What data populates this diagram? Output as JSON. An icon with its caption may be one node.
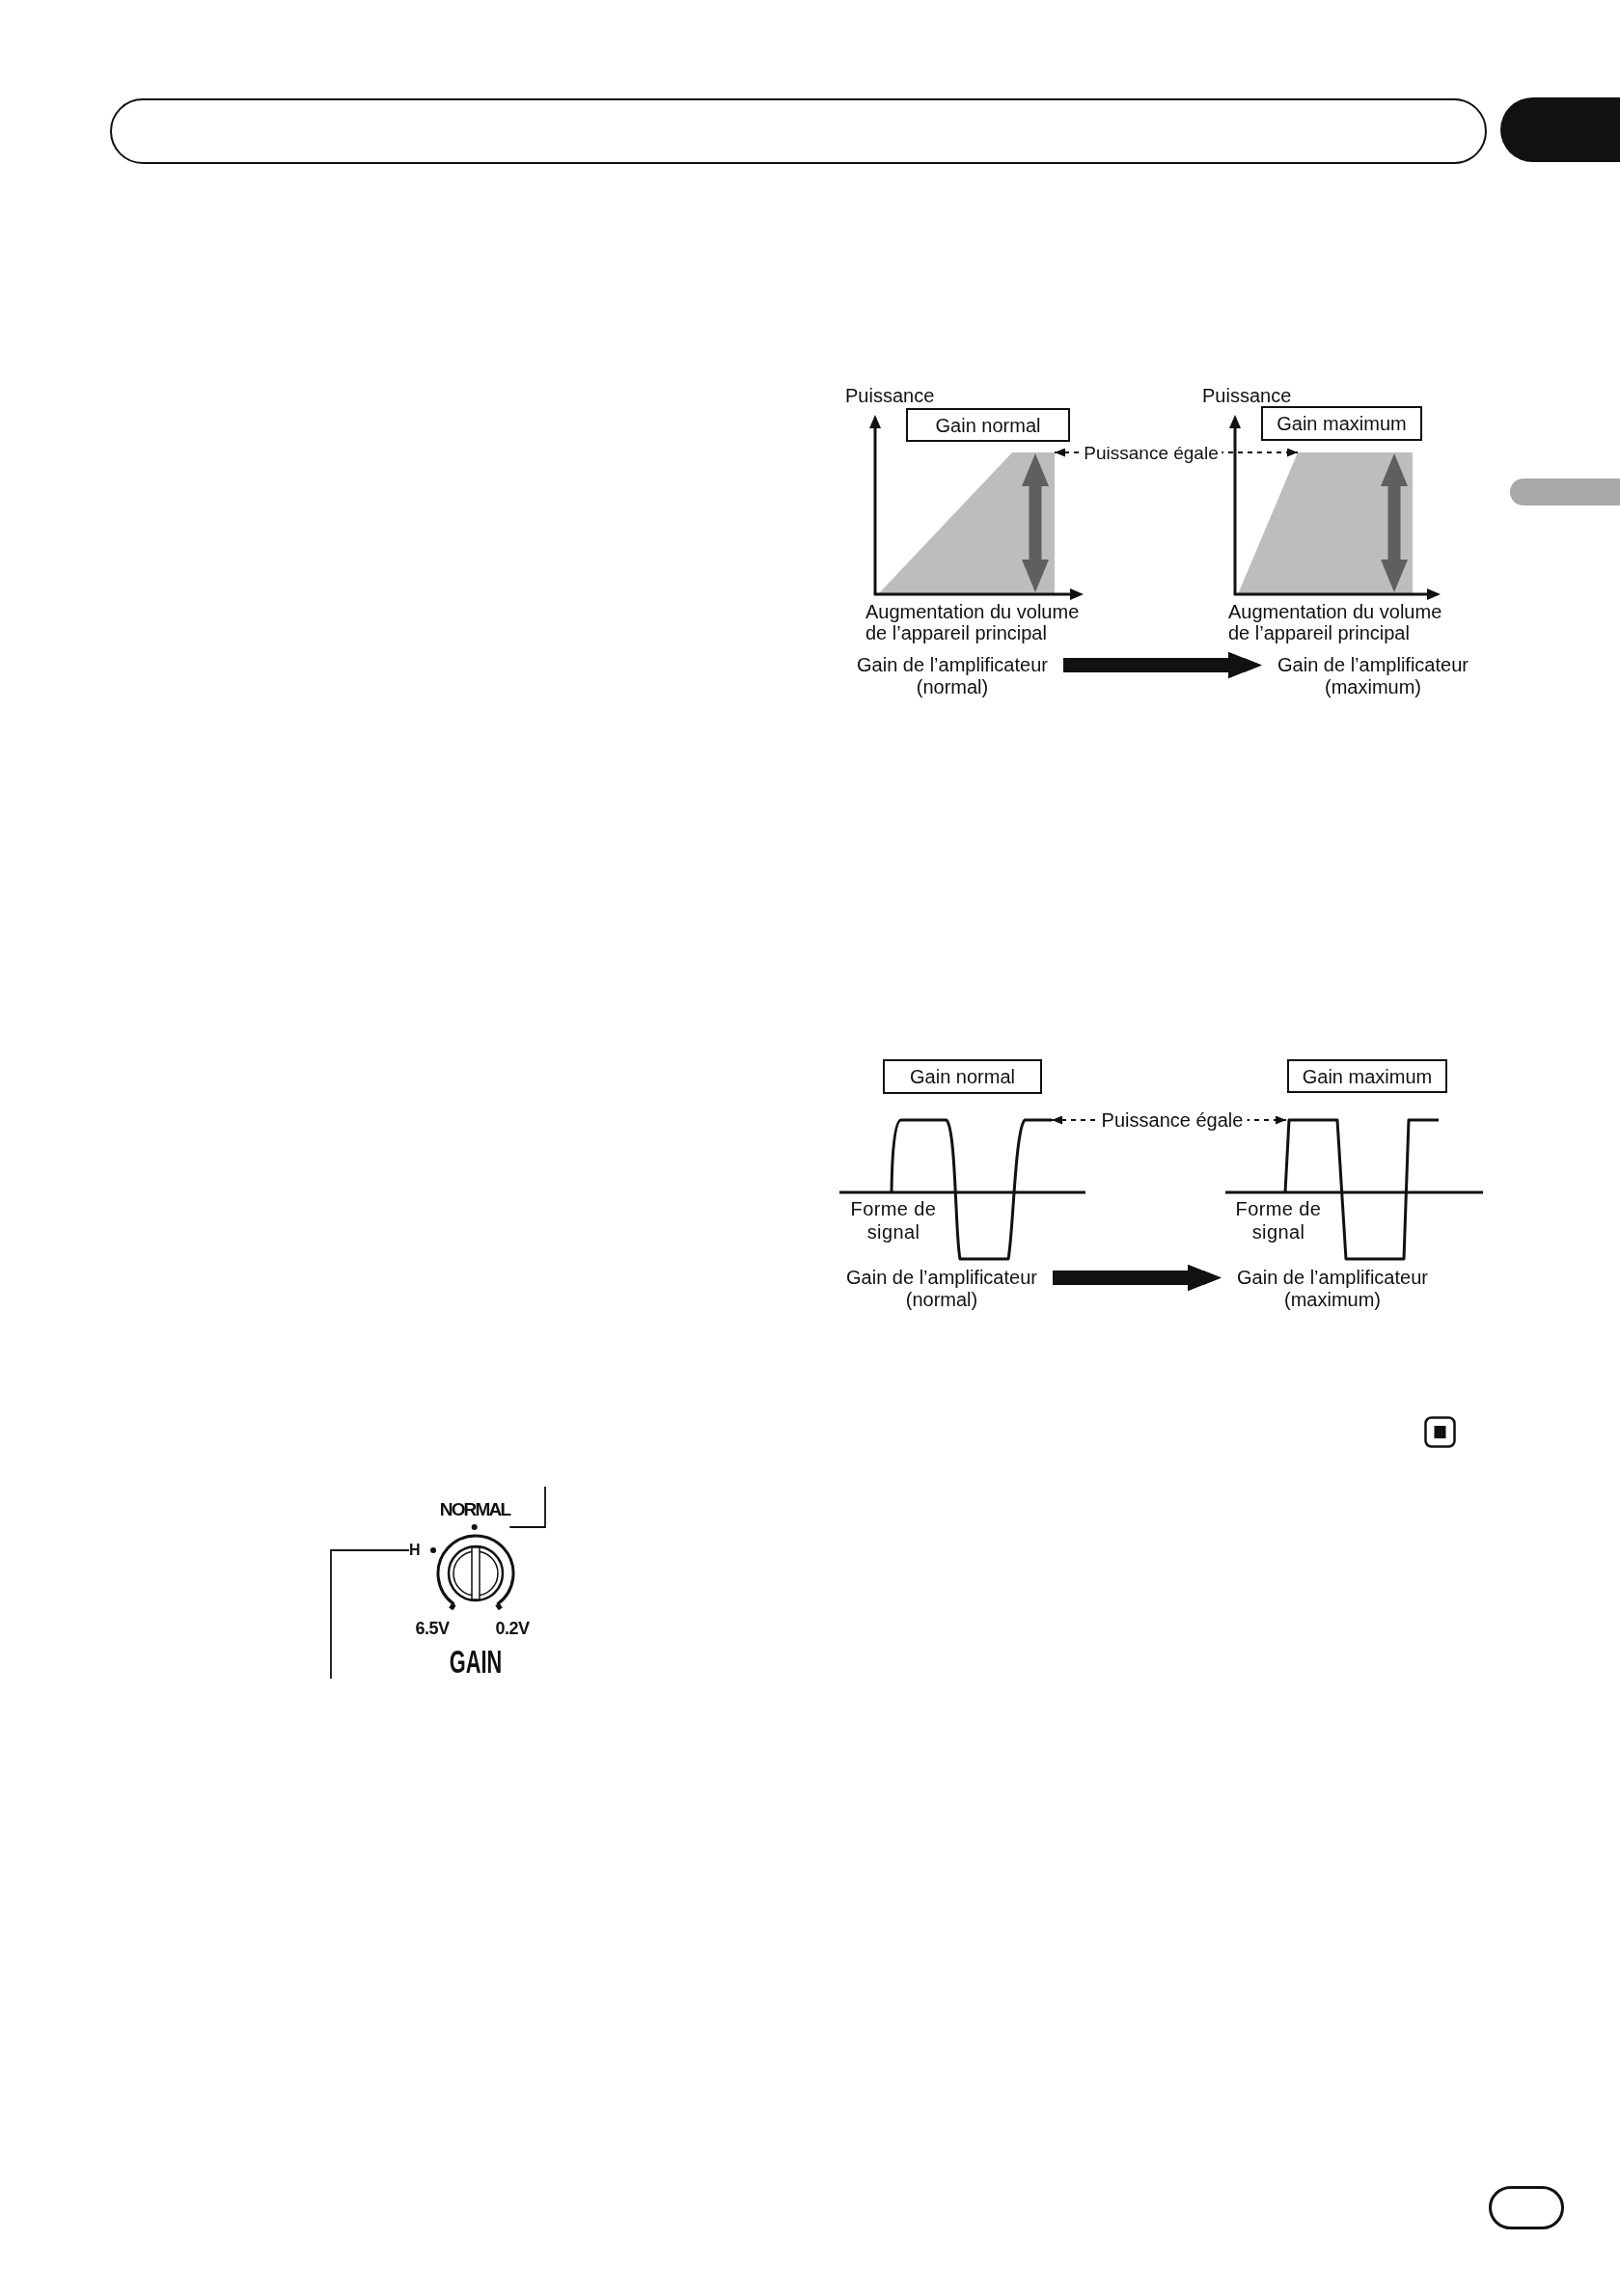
{
  "diagram": {
    "nodes": [
      {
        "text": [],
        "shape": "tab"
      },
      {
        "text": [
          "Gain normal"
        ]
      },
      {
        "text": [
          "Gain maximum"
        ]
      },
      {
        "text": [],
        "shape": "trapezoid"
      },
      {
        "text": [],
        "shape": "trapezoid"
      },
      {
        "text": [],
        "shape": "tab"
      },
      {
        "text": [
          "Gain de l’amplificateur (normal)"
        ]
      },
      {
        "text": [
          "Gain de l’amplificateur (maximum)"
        ]
      },
      {
        "text": [
          "Gain normal"
        ]
      },
      {
        "text": [
          "Gain maximum"
        ]
      },
      {
        "text": [],
        "shape": "wave"
      },
      {
        "text": [],
        "shape": "wave"
      },
      {
        "text": [
          "Gain de l’amplificateur (normal)"
        ]
      },
      {
        "text": [
          "Gain de l’amplificateur (maximum)"
        ]
      },
      {
        "text": [
          "NORMAL"
        ]
      },
      {
        "text": [
          "H"
        ]
      }
    ],
    "edges": [
      {
        "from": 3,
        "to": 4,
        "arrow": "both",
        "label": "Puissance égale",
        "style": "dashed"
      },
      {
        "from": 6,
        "to": 7,
        "arrow": "to",
        "style": "thick"
      },
      {
        "from": 10,
        "to": 11,
        "arrow": "both",
        "label": "Puissance égale",
        "style": "dashed"
      },
      {
        "from": 12,
        "to": 13,
        "arrow": "to",
        "style": "thick"
      },
      {
        "from": null,
        "to": 14,
        "arrow": "none"
      },
      {
        "from": null,
        "to": 15,
        "arrow": "none"
      }
    ],
    "labels": [
      "Puissance",
      "Puissance",
      "Augmentation du volume de l’appareil principal",
      "Augmentation du volume de l’appareil principal",
      "Forme de signal",
      "Forme de signal",
      "6.5V",
      "0.2V",
      "GAIN"
    ]
  }
}
